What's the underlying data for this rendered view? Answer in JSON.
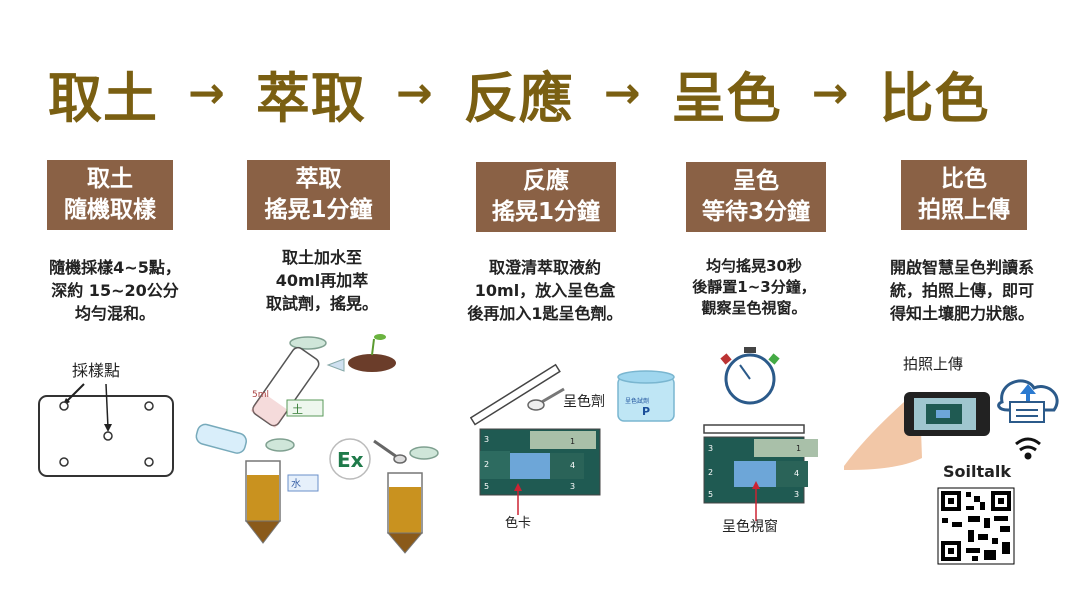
{
  "flow": {
    "steps": [
      "取土",
      "萃取",
      "反應",
      "呈色",
      "比色"
    ],
    "arrow": "→"
  },
  "steps": [
    {
      "badge_line1": "取土",
      "badge_line2": "隨機取樣",
      "desc": [
        "隨機採樣4~5點，",
        "深約 15~20公分",
        "均勻混和。"
      ]
    },
    {
      "badge_line1": "萃取",
      "badge_line2": "搖晃1分鐘",
      "desc": [
        "取土加水至",
        "40ml再加萃",
        "取試劑，搖晃。"
      ]
    },
    {
      "badge_line1": "反應",
      "badge_line2": "搖晃1分鐘",
      "desc": [
        "取澄清萃取液約",
        "10ml，放入呈色盒",
        "後再加入1匙呈色劑。"
      ]
    },
    {
      "badge_line1": "呈色",
      "badge_line2": "等待3分鐘",
      "desc": [
        "均勻搖晃30秒",
        "後靜置1~3分鐘，",
        "觀察呈色視窗。"
      ]
    },
    {
      "badge_line1": "比色",
      "badge_line2": "拍照上傳",
      "desc": [
        "開啟智慧呈色判讀系",
        "統，拍照上傳，即可",
        "得知土壤肥力狀態。"
      ]
    }
  ],
  "illustrations": {
    "sampling_label": "採樣點",
    "tube_mark": "5ml",
    "soil_tag": "土",
    "water_tag": "水",
    "extract_badge": "Ex",
    "reagent_label": "呈色劑",
    "jar_label": "呈色試劑",
    "jar_letter": "P",
    "card_label": "色卡",
    "window_label": "呈色視窗",
    "upload_label": "拍照上傳",
    "brand": "Soiltalk",
    "card_numbers": [
      "3",
      "1",
      "2",
      "4",
      "5",
      "3"
    ]
  },
  "colors": {
    "heading": "#7a5f12",
    "badge": "#8a6145",
    "card_dark": "#1f5a52",
    "card_highlight": "#6da6d8",
    "card_light": "#a9c0a9"
  }
}
